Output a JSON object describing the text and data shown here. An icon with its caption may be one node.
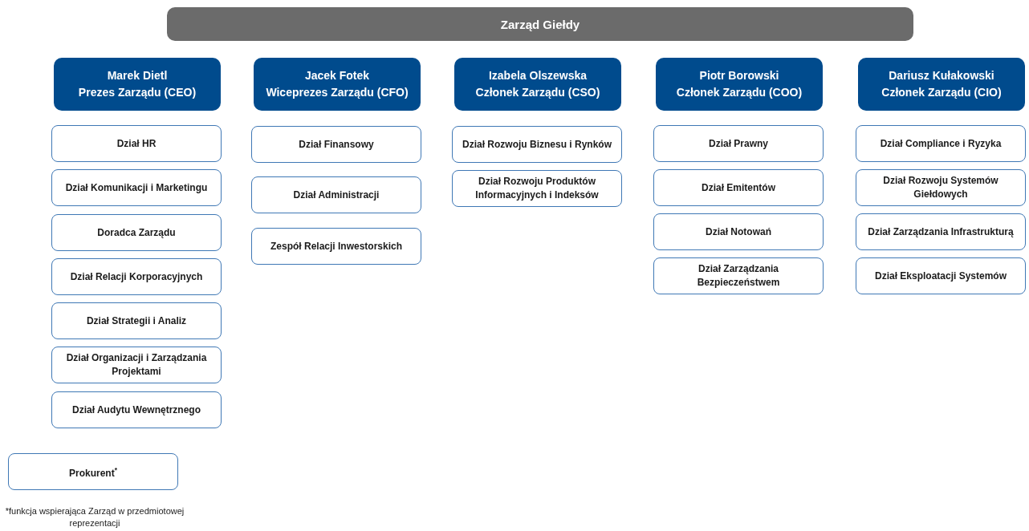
{
  "diagram": {
    "nodes": [
      {
        "text": [
          "Zarząd Giełdy"
        ]
      },
      {
        "text": [
          "Marek Dietl",
          "Prezes Zarządu (CEO)"
        ]
      },
      {
        "text": [
          "Jacek Fotek",
          "Wiceprezes Zarządu (CFO)"
        ]
      },
      {
        "text": [
          "Izabela Olszewska",
          "Członek Zarządu (CSO)"
        ]
      },
      {
        "text": [
          "Piotr Borowski",
          "Członek Zarządu (COO)"
        ]
      },
      {
        "text": [
          "Dariusz Kułakowski",
          "Członek Zarządu (CIO)"
        ]
      },
      {
        "text": [
          "Dział HR"
        ]
      },
      {
        "text": [
          "Dział Komunikacji i Marketingu"
        ]
      },
      {
        "text": [
          "Doradca Zarządu"
        ]
      },
      {
        "text": [
          "Dział Relacji Korporacyjnych"
        ]
      },
      {
        "text": [
          "Dział Strategii i Analiz"
        ]
      },
      {
        "text": [
          "Dział Organizacji i Zarządzania Projektami"
        ]
      },
      {
        "text": [
          "Dział Audytu Wewnętrznego"
        ]
      },
      {
        "text": [
          "Dział Finansowy"
        ]
      },
      {
        "text": [
          "Dział Administracji"
        ]
      },
      {
        "text": [
          "Zespół Relacji Inwestorskich"
        ]
      },
      {
        "text": [
          "Dział Rozwoju Biznesu i Rynków"
        ]
      },
      {
        "text": [
          "Dział Rozwoju Produktów Informacyjnych i Indeksów"
        ]
      },
      {
        "text": [
          "Dział Prawny"
        ]
      },
      {
        "text": [
          "Dział Emitentów"
        ]
      },
      {
        "text": [
          "Dział Notowań"
        ]
      },
      {
        "text": [
          "Dział Zarządzania Bezpieczeństwem"
        ]
      },
      {
        "text": [
          "Dział Compliance i Ryzyka"
        ]
      },
      {
        "text": [
          "Dział Rozwoju Systemów Giełdowych"
        ]
      },
      {
        "text": [
          "Dział Zarządzania Infrastrukturą"
        ]
      },
      {
        "text": [
          "Dział Eksploatacji Systemów"
        ]
      },
      {
        "text": [
          "Prokurent$^{*}$"
        ]
      }
    ],
    "labels": [
      "*funkcja wspierająca Zarząd w przedmiotowej reprezentacji"
    ]
  }
}
